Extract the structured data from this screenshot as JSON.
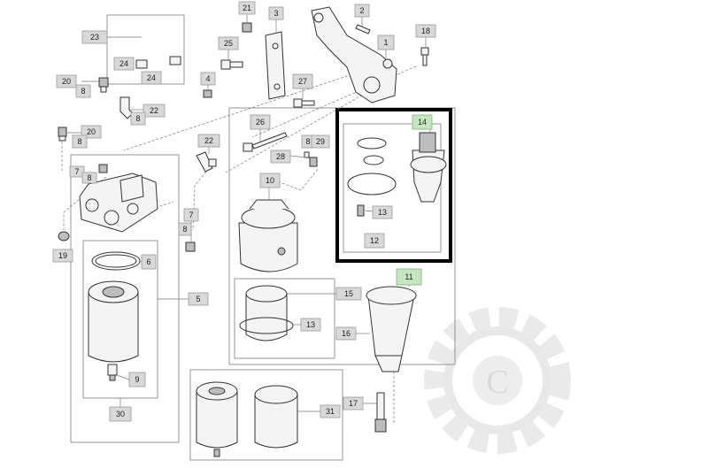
{
  "callouts": [
    {
      "id": "c21",
      "label": "21"
    },
    {
      "id": "c3",
      "label": "3"
    },
    {
      "id": "c2",
      "label": "2"
    },
    {
      "id": "c23",
      "label": "23"
    },
    {
      "id": "c25",
      "label": "25"
    },
    {
      "id": "c1",
      "label": "1"
    },
    {
      "id": "c18",
      "label": "18"
    },
    {
      "id": "c24a",
      "label": "24"
    },
    {
      "id": "c24b",
      "label": "24"
    },
    {
      "id": "c20a",
      "label": "20"
    },
    {
      "id": "c8a",
      "label": "8"
    },
    {
      "id": "c4",
      "label": "4"
    },
    {
      "id": "c27",
      "label": "27"
    },
    {
      "id": "c22a",
      "label": "22"
    },
    {
      "id": "c8b",
      "label": "8"
    },
    {
      "id": "c26",
      "label": "26"
    },
    {
      "id": "c14",
      "label": "14"
    },
    {
      "id": "c20b",
      "label": "20"
    },
    {
      "id": "c8c",
      "label": "8"
    },
    {
      "id": "c22b",
      "label": "22"
    },
    {
      "id": "c8d",
      "label": "8"
    },
    {
      "id": "c29",
      "label": "29"
    },
    {
      "id": "c28",
      "label": "28"
    },
    {
      "id": "c7a",
      "label": "7"
    },
    {
      "id": "c8e",
      "label": "8"
    },
    {
      "id": "c10",
      "label": "10"
    },
    {
      "id": "c13a",
      "label": "13"
    },
    {
      "id": "c7b",
      "label": "7"
    },
    {
      "id": "c8f",
      "label": "8"
    },
    {
      "id": "c12",
      "label": "12"
    },
    {
      "id": "c19",
      "label": "19"
    },
    {
      "id": "c6",
      "label": "6"
    },
    {
      "id": "c11",
      "label": "11"
    },
    {
      "id": "c5",
      "label": "5"
    },
    {
      "id": "c15",
      "label": "15"
    },
    {
      "id": "c13b",
      "label": "13"
    },
    {
      "id": "c16",
      "label": "16"
    },
    {
      "id": "c9",
      "label": "9"
    },
    {
      "id": "c31",
      "label": "31"
    },
    {
      "id": "c17",
      "label": "17"
    },
    {
      "id": "c30",
      "label": "30"
    }
  ],
  "watermark": {
    "letter": "C"
  },
  "colors": {
    "callout_fill": "#d9d9d9",
    "callout_highlight": "#c6e6c2",
    "highlight_frame": "#000000",
    "watermark": "#e6e6e6"
  }
}
